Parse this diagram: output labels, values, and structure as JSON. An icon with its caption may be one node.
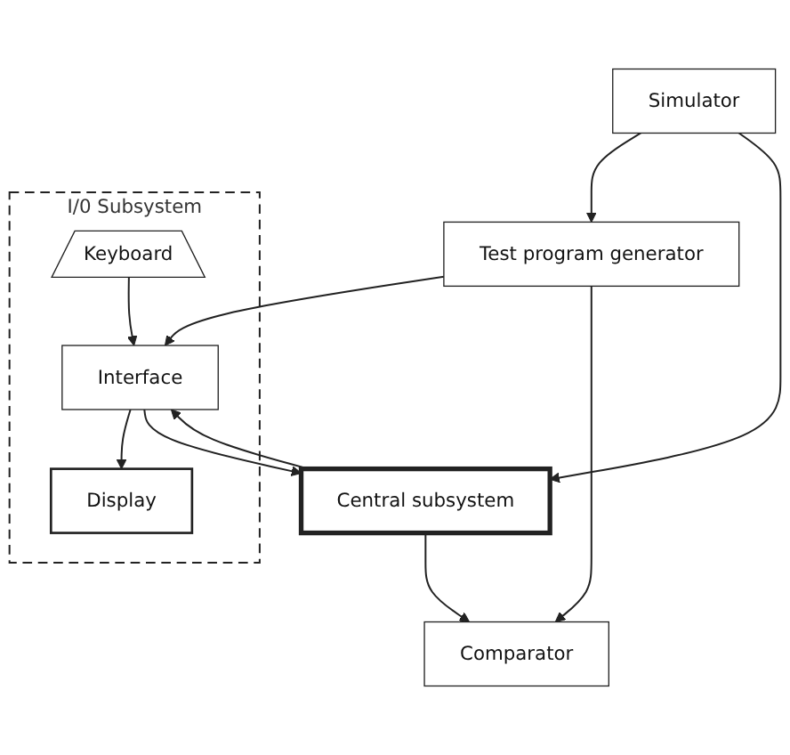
{
  "diagram": {
    "nodes": [
      {
        "text": [
          "I/0 Subsystem"
        ]
      },
      {
        "text": [
          "Keyboard"
        ],
        "in": 0
      },
      {
        "text": [
          "Interface"
        ],
        "in": 0
      },
      {
        "text": [
          "Display"
        ],
        "in": 0
      },
      {
        "text": [
          "Test program generator"
        ]
      },
      {
        "text": [
          "Central subsystem"
        ]
      },
      {
        "text": [
          "Comparator"
        ]
      },
      {
        "text": [
          "Simulator"
        ]
      }
    ],
    "edges": [
      {
        "from": 1,
        "to": 2,
        "arrow": "to"
      },
      {
        "from": 4,
        "to": 2,
        "arrow": "to"
      },
      {
        "from": 2,
        "to": 3,
        "arrow": "to"
      },
      {
        "from": 2,
        "to": 5,
        "arrow": "to"
      },
      {
        "from": 5,
        "to": 2,
        "arrow": "to"
      },
      {
        "from": 4,
        "to": 6,
        "arrow": "to"
      },
      {
        "from": 5,
        "to": 6,
        "arrow": "to"
      },
      {
        "from": 7,
        "to": 4,
        "arrow": "to"
      },
      {
        "from": 7,
        "to": 5,
        "arrow": "to"
      }
    ]
  }
}
